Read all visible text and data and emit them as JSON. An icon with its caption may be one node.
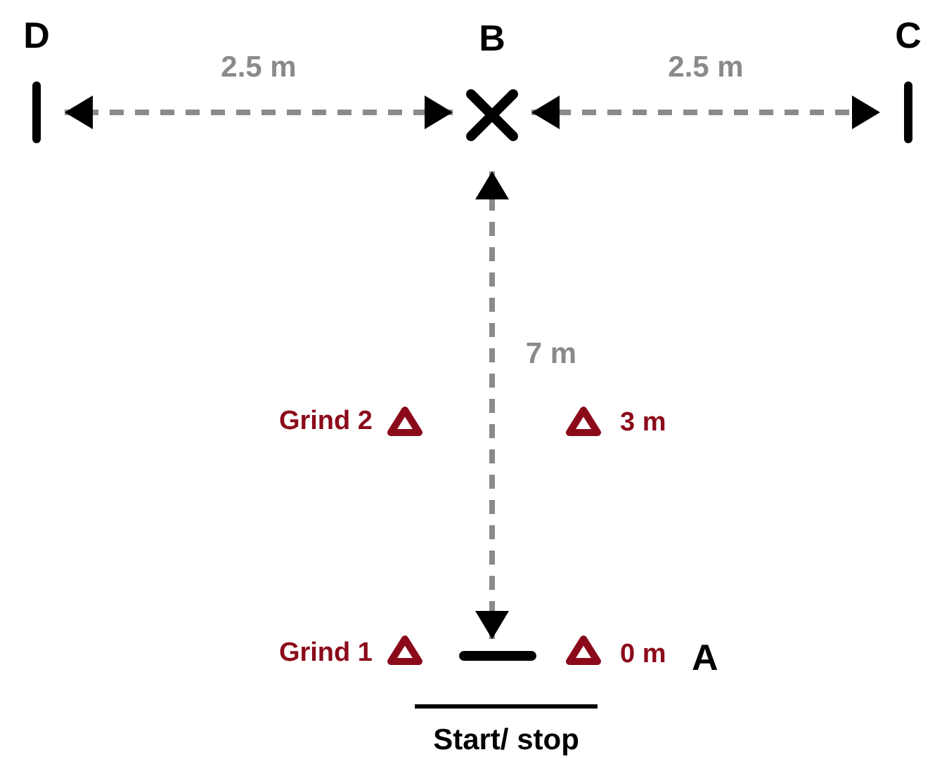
{
  "diagram": {
    "nodes": [
      {
        "text": [
          "D"
        ]
      },
      {
        "text": [
          "B"
        ]
      },
      {
        "text": [
          "C"
        ]
      },
      {
        "text": [],
        "shape": "bar"
      }
    ],
    "edges": [
      {
        "from": 1,
        "to": 0,
        "arrow": "both",
        "label": "2.5 m",
        "style": "dashed"
      },
      {
        "from": 1,
        "to": 2,
        "arrow": "both",
        "label": "2.5 m",
        "style": "dashed"
      },
      {
        "from": 1,
        "to": 3,
        "arrow": "both",
        "label": "7 m",
        "style": "dashed"
      }
    ],
    "labels": [
      "Grind 2",
      "3 m",
      "Grind 1",
      "0 m",
      "A",
      "Start/ stop"
    ]
  }
}
